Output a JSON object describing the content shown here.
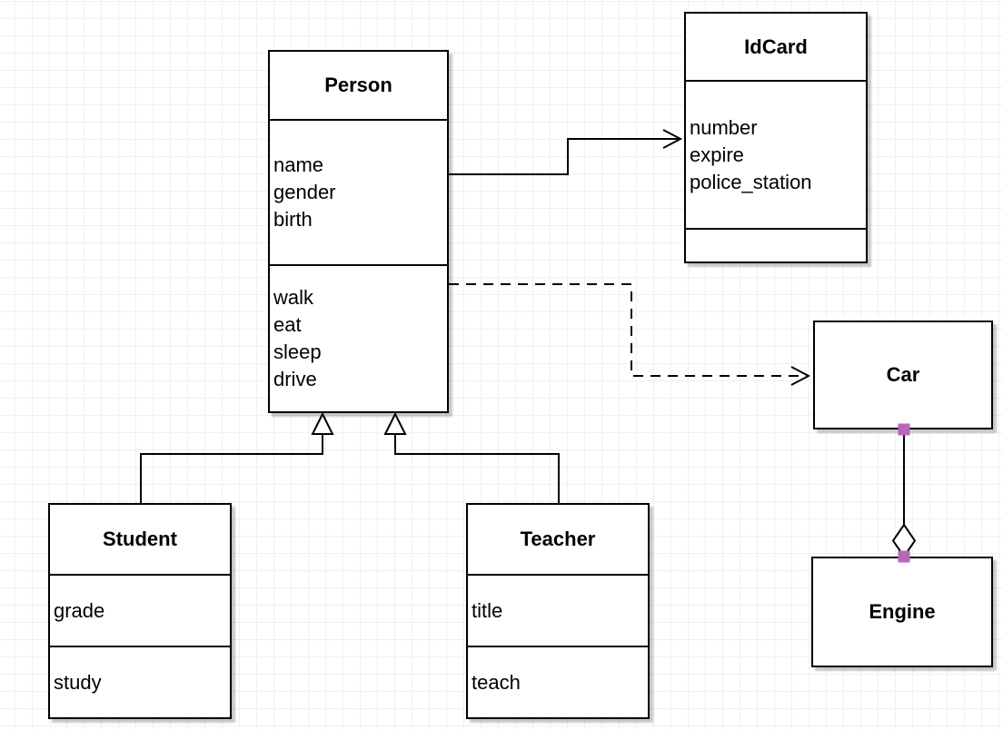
{
  "diagram": {
    "classes": {
      "person": {
        "title": "Person",
        "attributes": [
          "name",
          "gender",
          "birth"
        ],
        "methods": [
          "walk",
          "eat",
          "sleep",
          "drive"
        ]
      },
      "idcard": {
        "title": "IdCard",
        "attributes": [
          "number",
          "expire",
          "police_station"
        ],
        "methods": []
      },
      "student": {
        "title": "Student",
        "attributes": [
          "grade"
        ],
        "methods": [
          "study"
        ]
      },
      "teacher": {
        "title": "Teacher",
        "attributes": [
          "title"
        ],
        "methods": [
          "teach"
        ]
      },
      "car": {
        "title": "Car"
      },
      "engine": {
        "title": "Engine"
      }
    },
    "relationships": [
      {
        "from": "Person",
        "to": "IdCard",
        "type": "association",
        "line_style": "solid",
        "arrowhead": "open-arrow"
      },
      {
        "from": "Person",
        "to": "Car",
        "type": "dependency",
        "line_style": "dashed",
        "arrowhead": "open-arrow"
      },
      {
        "from": "Student",
        "to": "Person",
        "type": "generalization",
        "line_style": "solid",
        "arrowhead": "hollow-triangle"
      },
      {
        "from": "Teacher",
        "to": "Person",
        "type": "generalization",
        "line_style": "solid",
        "arrowhead": "hollow-triangle"
      },
      {
        "from": "Car",
        "to": "Engine",
        "type": "aggregation",
        "line_style": "solid",
        "arrowhead": "hollow-diamond"
      }
    ],
    "colors": {
      "background": "#ffffff",
      "grid_line": "#f0f0f2",
      "shape_fill": "#ffffff",
      "shape_stroke": "#000000",
      "text": "#000000",
      "connection_marker": "#b865bb",
      "shadow": "rgba(0,0,0,0.22)"
    }
  }
}
